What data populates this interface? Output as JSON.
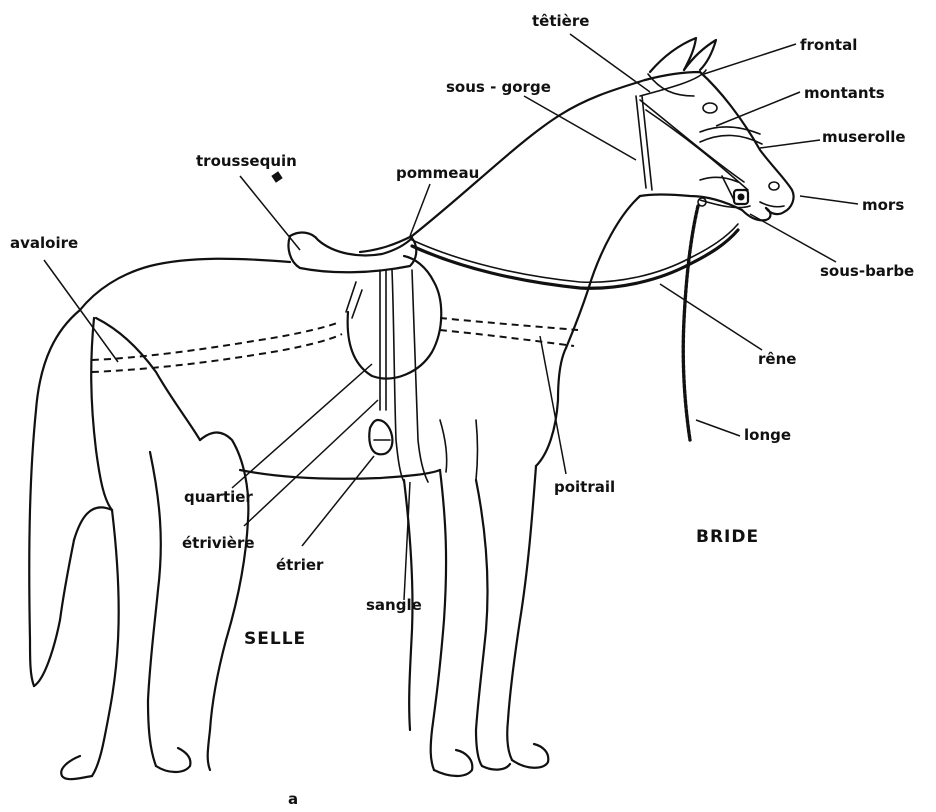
{
  "labels": {
    "tetiere": "têtière",
    "frontal": "frontal",
    "sous_gorge": "sous - gorge",
    "montants": "montants",
    "muserolle": "muserolle",
    "mors": "mors",
    "sous_barbe": "sous-barbe",
    "troussequin": "troussequin",
    "pommeau": "pommeau",
    "avaloire": "avaloire",
    "rene": "rêne",
    "longe": "longe",
    "poitrail": "poitrail",
    "quartier": "quartier",
    "etriviere": "étrivière",
    "etrier": "étrier",
    "sangle": "sangle"
  },
  "sections": {
    "selle": "SELLE",
    "bride": "BRIDE"
  },
  "figure_letter": "a"
}
